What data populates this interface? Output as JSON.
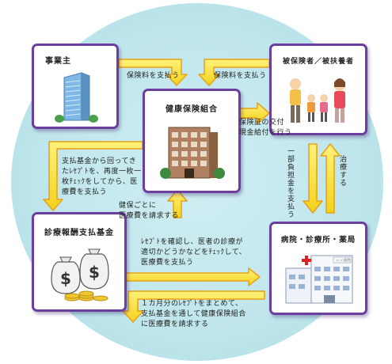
{
  "nodes": {
    "employer": "事業主",
    "insured": "被保険者／被扶養者",
    "union": "健康保険組合",
    "fund": "診療報酬支払基金",
    "hospital": "病院・診療所・薬局"
  },
  "hospital_sign": "○○○医院",
  "flows": {
    "employer_to_union": "保険料を支払う",
    "insured_to_union": "保険料を支払う",
    "union_to_insured": [
      "保険証の交付",
      "現金給付を行う"
    ],
    "insured_to_hospital": "一部負担金を支払う",
    "hospital_to_insured": "治療する",
    "fund_to_union": [
      "支払基金から回ってき",
      "たﾚｾﾌﾟﾄを、再度一枚一",
      "枚ﾁｪｯｸをしてから、医",
      "療費を支払う"
    ],
    "union_to_fund": [
      "健保ごとに",
      "医療費を請求する"
    ],
    "fund_to_hospital": [
      "ﾚｾﾌﾟﾄを確認し、医者の診療が",
      "適切かどうかなどをﾁｪｯｸして、",
      "医療費を支払う"
    ],
    "hospital_to_fund": [
      "１カ月分のﾚｾﾌﾟﾄをまとめて、",
      "支払基金を通して健康保険組合",
      "に医療費を請求する"
    ]
  },
  "colors": {
    "box_border": "#6a3fa0",
    "arrow_fill": "#f2e33c",
    "arrow_stroke": "#e6a117",
    "background_circle": "#bfe6ec"
  }
}
